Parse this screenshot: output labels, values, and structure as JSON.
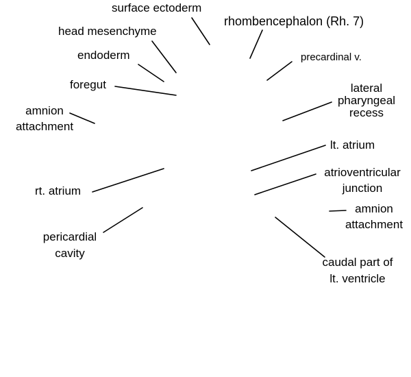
{
  "labels": {
    "surface_ectoderm": "surface ectoderm",
    "rhombencephalon": "rhombencephalon (Rh. 7)",
    "head_mesenchyme": "head mesenchyme",
    "endoderm": "endoderm",
    "precardinal_v": "precardinal v.",
    "foregut": "foregut",
    "lateral_pharyngeal_recess": [
      "lateral",
      "pharyngeal",
      "recess"
    ],
    "amnion_attachment_left": [
      "amnion",
      "attachment"
    ],
    "lt_atrium": "lt. atrium",
    "atrioventricular_junction": [
      "atrioventricular",
      "junction"
    ],
    "rt_atrium": "rt. atrium",
    "amnion_attachment_right": [
      "amnion",
      "attachment"
    ],
    "pericardial_cavity": [
      "pericardial",
      "cavity"
    ],
    "caudal_part_lt_ventricle": [
      "caudal part of",
      "lt. ventricle"
    ]
  },
  "colors": {
    "text": "#000000",
    "line": "#000000",
    "background": "#ffffff"
  }
}
